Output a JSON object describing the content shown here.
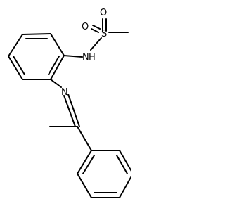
{
  "molecule": {
    "atoms": {
      "oxygen_top": "O",
      "oxygen_left": "O",
      "sulfur": "S",
      "amide_n": "N",
      "amide_h": "H",
      "imine_n": "N"
    },
    "bond_color": "#000000"
  }
}
